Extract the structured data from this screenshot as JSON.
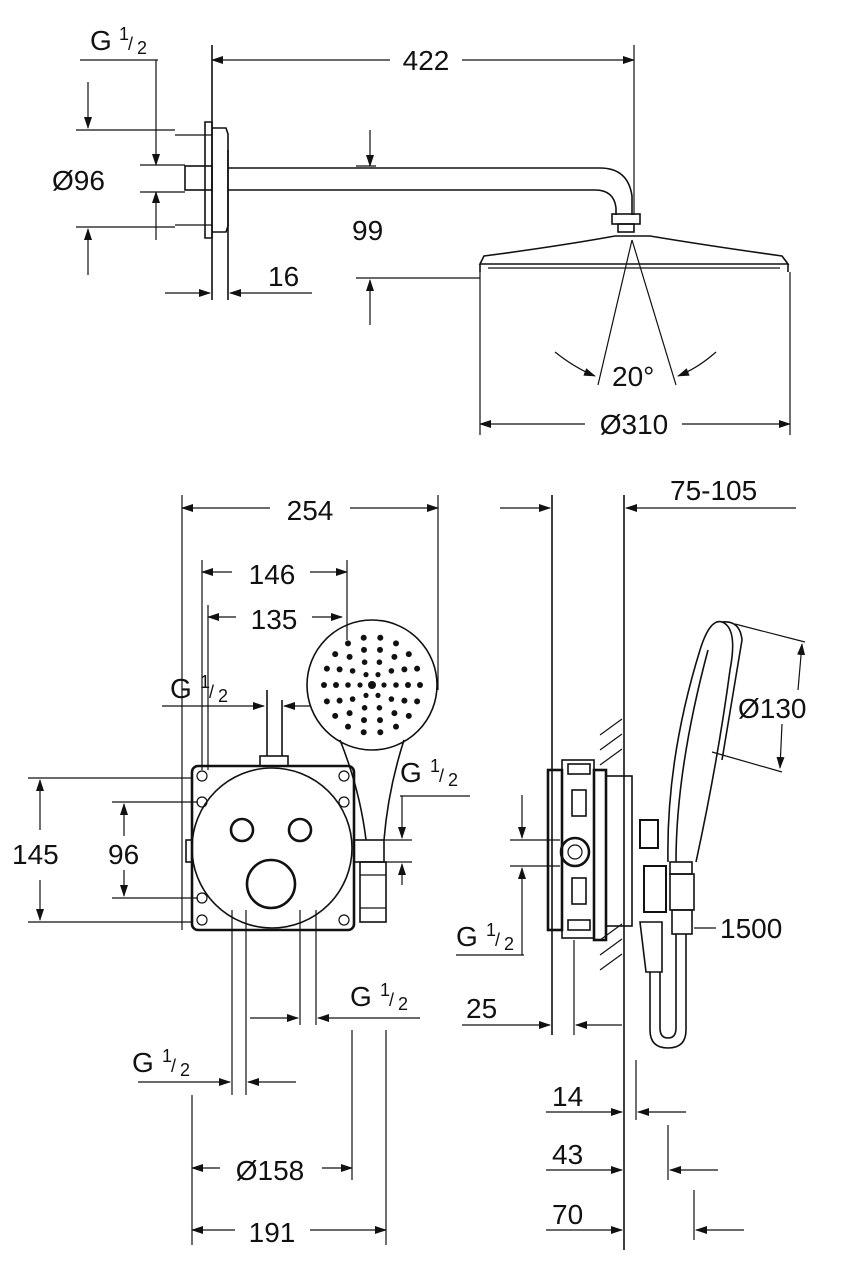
{
  "dimensions": {
    "top_width": "422",
    "top_thread": "G",
    "top_flange_dia": "Ø96",
    "top_drop": "99",
    "top_flange_thick": "16",
    "top_angle": "20°",
    "top_head_dia": "Ø310",
    "valve_width": "254",
    "hand_offset_1": "146",
    "hand_offset_2": "135",
    "valve_height": "145",
    "valve_inner": "96",
    "valve_dia": "Ø158",
    "valve_total": "191",
    "side_depth": "75-105",
    "side_hand_dia": "Ø130",
    "hose_length": "1500",
    "side_25": "25",
    "side_14": "14",
    "side_43": "43",
    "side_70": "70"
  },
  "thread_fraction": {
    "num": "1",
    "den": "2"
  },
  "colors": {
    "line": "#111111",
    "background": "#ffffff"
  }
}
